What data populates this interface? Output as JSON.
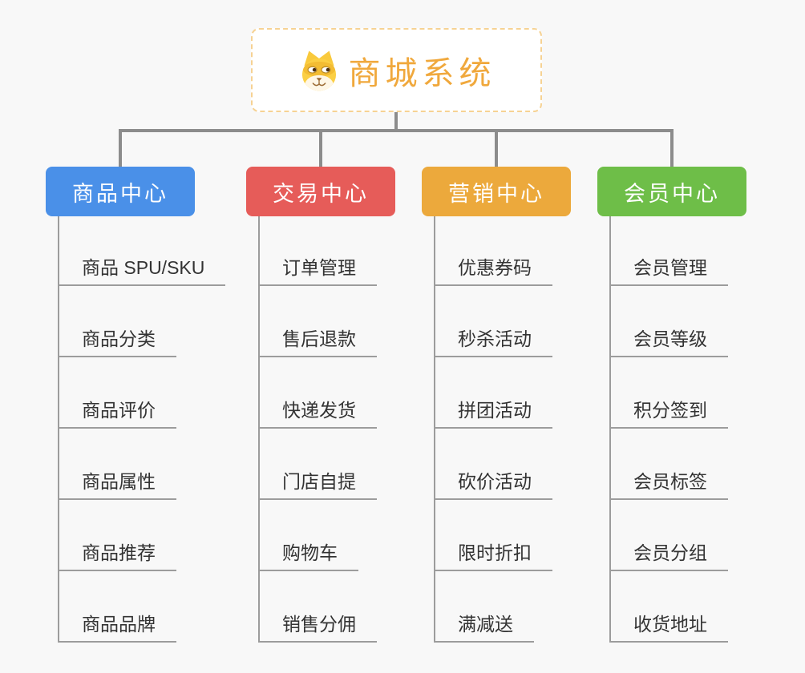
{
  "root": {
    "title": "商城系统",
    "icon": "dog-face-icon",
    "title_color": "#f0a83c",
    "border_color": "#f6d293"
  },
  "line_color": "#8c8c8c",
  "leaf_line_color": "#9c9c9c",
  "branches": [
    {
      "label": "商品中心",
      "color": "#4a90e8",
      "children": [
        "商品 SPU/SKU",
        "商品分类",
        "商品评价",
        "商品属性",
        "商品推荐",
        "商品品牌"
      ]
    },
    {
      "label": "交易中心",
      "color": "#e65c59",
      "children": [
        "订单管理",
        "售后退款",
        "快递发货",
        "门店自提",
        "购物车",
        "销售分佣"
      ]
    },
    {
      "label": "营销中心",
      "color": "#eca93c",
      "children": [
        "优惠券码",
        "秒杀活动",
        "拼团活动",
        "砍价活动",
        "限时折扣",
        "满减送"
      ]
    },
    {
      "label": "会员中心",
      "color": "#6ebe48",
      "children": [
        "会员管理",
        "会员等级",
        "积分签到",
        "会员标签",
        "会员分组",
        "收货地址"
      ]
    }
  ]
}
